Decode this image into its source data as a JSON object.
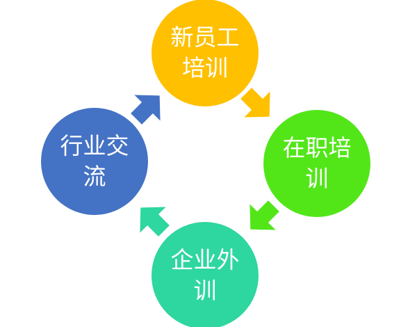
{
  "nodes": [
    {
      "id": "new-staff",
      "lines": [
        "新员工",
        "培训"
      ],
      "color": "#FFC000"
    },
    {
      "id": "on-job",
      "lines": [
        "在职培",
        "训"
      ],
      "color": "#52E619"
    },
    {
      "id": "external",
      "lines": [
        "企业外",
        "训"
      ],
      "color": "#2ED6A0"
    },
    {
      "id": "industry",
      "lines": [
        "行业交",
        "流"
      ],
      "color": "#4472C4"
    }
  ],
  "arrows": [
    {
      "from": "new-staff",
      "to": "on-job",
      "color": "#FFC000"
    },
    {
      "from": "on-job",
      "to": "external",
      "color": "#52E619"
    },
    {
      "from": "external",
      "to": "industry",
      "color": "#2ED6A0"
    },
    {
      "from": "industry",
      "to": "new-staff",
      "color": "#4472C4"
    }
  ]
}
